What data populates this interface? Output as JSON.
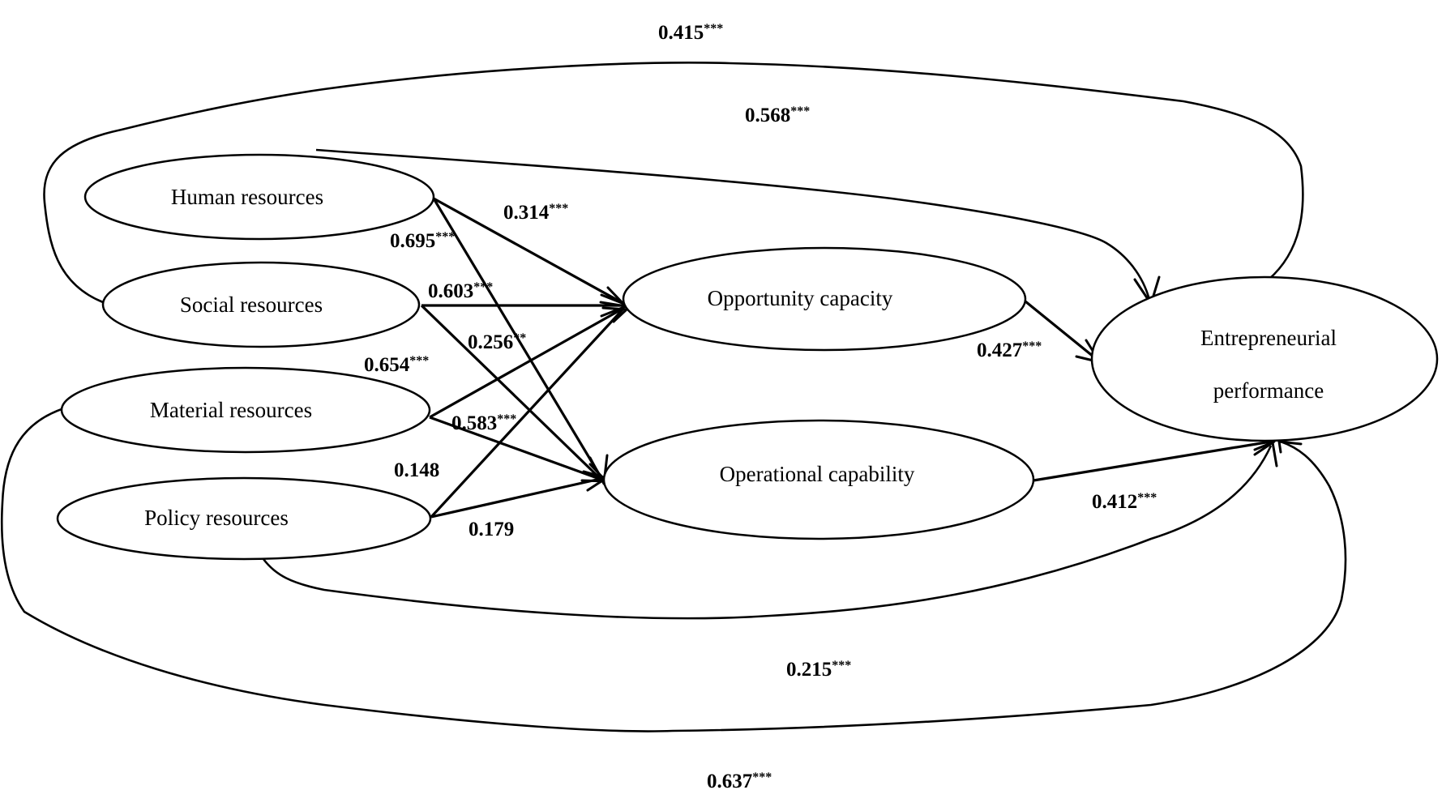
{
  "nodes": {
    "human": "Human resources",
    "social": "Social resources",
    "material": "Material resources",
    "policy": "Policy resources",
    "opportunity": "Opportunity capacity",
    "operational": "Operational capability",
    "performance_line1": "Entrepreneurial",
    "performance_line2": "performance"
  },
  "coefficients": {
    "human_opportunity": {
      "value": "0.314",
      "stars": "***"
    },
    "human_operational": {
      "value": "0.695",
      "stars": "***"
    },
    "social_opportunity": {
      "value": "0.603",
      "stars": "***"
    },
    "social_operational": {
      "value": "0.256",
      "stars": "**"
    },
    "material_opportunity": {
      "value": "0.654",
      "stars": "***"
    },
    "material_operational": {
      "value": "0.583",
      "stars": "***"
    },
    "policy_opportunity": {
      "value": "0.148",
      "stars": ""
    },
    "policy_operational": {
      "value": "0.179",
      "stars": ""
    },
    "opportunity_performance": {
      "value": "0.427",
      "stars": "***"
    },
    "operational_performance": {
      "value": "0.412",
      "stars": "***"
    },
    "social_performance": {
      "value": "0.415",
      "stars": "***"
    },
    "human_performance": {
      "value": "0.568",
      "stars": "***"
    },
    "policy_performance": {
      "value": "0.215",
      "stars": "***"
    },
    "material_performance": {
      "value": "0.637",
      "stars": "***"
    }
  }
}
